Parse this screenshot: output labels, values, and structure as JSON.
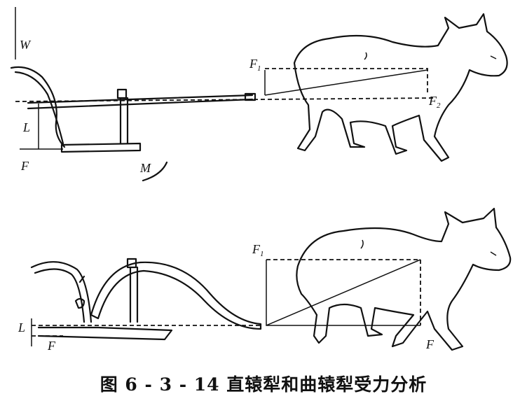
{
  "caption": "图 6 - 3 - 14    直辕犁和曲辕犁受力分析",
  "top_diagram": {
    "title": "straight-beam plough",
    "labels": {
      "weight": "W",
      "lever": "L",
      "force": "F",
      "moment": "M",
      "f1": "F",
      "f1_sub": "1",
      "f2": "F",
      "f2_sub": "2"
    }
  },
  "bottom_diagram": {
    "title": "curved-beam plough",
    "labels": {
      "f1": "F",
      "f1_sub": "1",
      "lever": "L",
      "force_plough": "F",
      "force_ox": "F"
    }
  }
}
